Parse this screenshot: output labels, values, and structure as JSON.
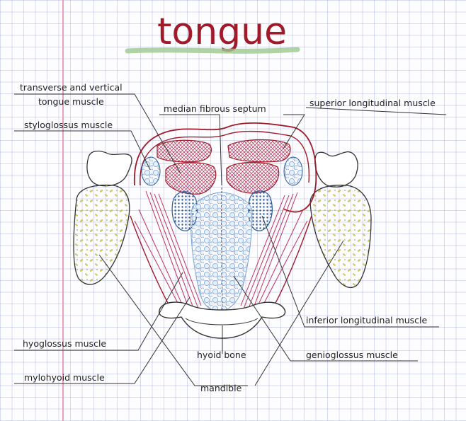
{
  "title": "tongue",
  "labels": {
    "transverse_line1": "transverse and vertical",
    "transverse_line2": "tongue muscle",
    "median": "median fibrous septum",
    "superior": "superior longitudinal muscle",
    "styloglossus": "styloglossus muscle",
    "inferior": "inferior longitudinal muscle",
    "hyoglossus": "hyoglossus muscle",
    "hyoid": "hyoid bone",
    "genioglossus": "genioglossus muscle",
    "mylohyoid": "mylohyoid muscle",
    "mandible": "mandible"
  },
  "colors": {
    "outline": "#a01a2a",
    "muscle_pink": "#c0305a",
    "blue": "#2a5a9a",
    "light_blue": "#cfe0f4",
    "yellow": "#e8e060",
    "ink": "#333333"
  }
}
